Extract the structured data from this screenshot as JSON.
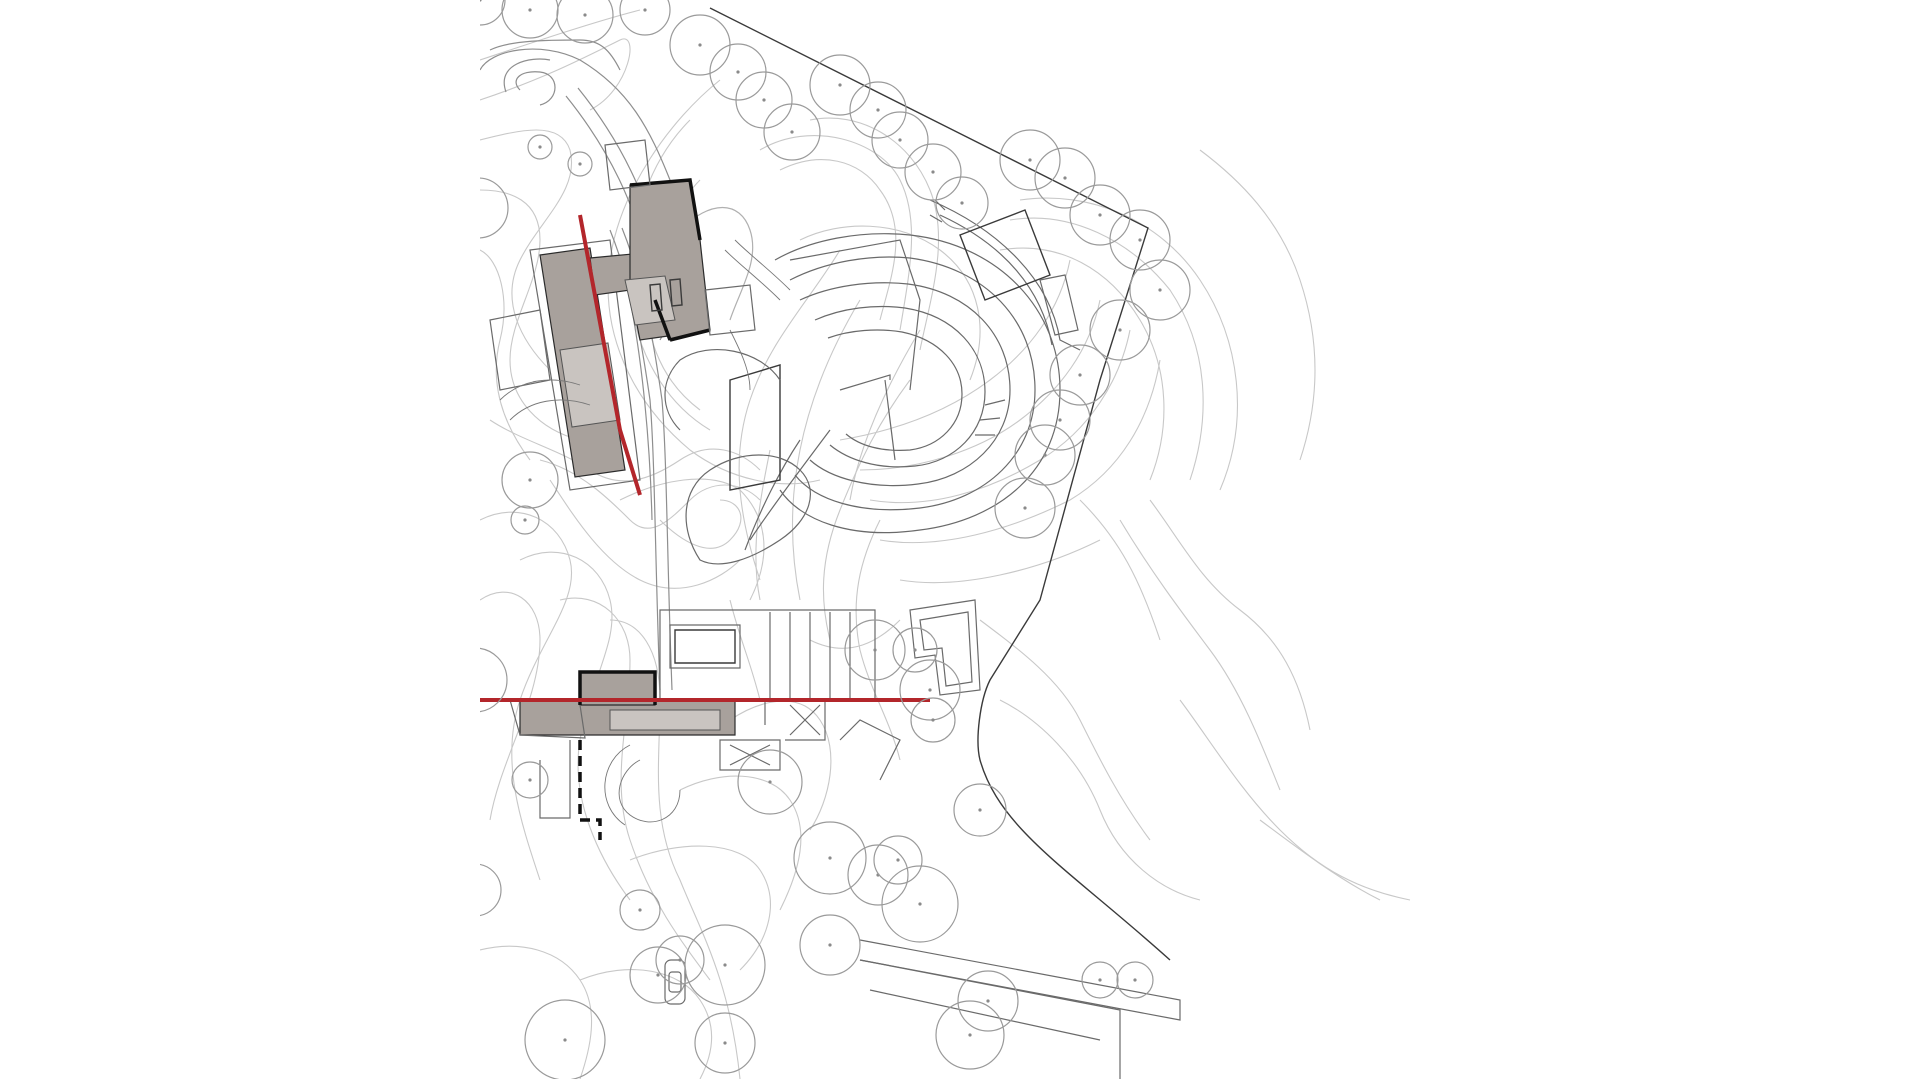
{
  "colors": {
    "building_fill": "#a8a19c",
    "building_light": "#c9c4c0",
    "accent_spine": "#b3262b",
    "contour": "#c8c8c8",
    "tree": "#9a9a9a",
    "boundary": "#3a3a3a"
  },
  "elements": {
    "site_boundary": "property-line",
    "upper_pavilion": "building-north",
    "lower_pavilion": "building-south",
    "amphitheater": "terraced-amphitheater",
    "pool": "pool",
    "car": "parked-car"
  }
}
